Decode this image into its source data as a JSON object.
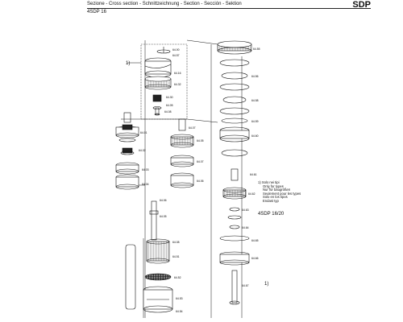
{
  "header": {
    "title": "Sezione - Cross section - Schnittzeichnung - Section - Sección - Sektion",
    "model": "4SDP 16",
    "brand": "SDP"
  },
  "callouts": [
    "1)",
    "1)"
  ],
  "note": {
    "lines": [
      "1) Solo nei tipi",
      "Only for types",
      "Nur für baugrößen",
      "Seulement pour les types",
      "Solo en los tipos",
      "Endast typ"
    ]
  },
  "variant": "4SDP 16/20",
  "part_labels": [
    "64.00",
    "64.57",
    "64.16",
    "64.32",
    "64.30",
    "64.05",
    "64.08",
    "64.07",
    "64.01",
    "64.02",
    "64.03",
    "64.04",
    "64.05",
    "64.07",
    "64.06",
    "64.06",
    "64.05",
    "64.08",
    "64.51",
    "64.52",
    "64.53",
    "64.54",
    "64.55",
    "64.56",
    "64.58",
    "64.59",
    "64.60",
    "64.61",
    "64.62",
    "64.63",
    "64.64",
    "64.65",
    "64.66",
    "64.67"
  ]
}
